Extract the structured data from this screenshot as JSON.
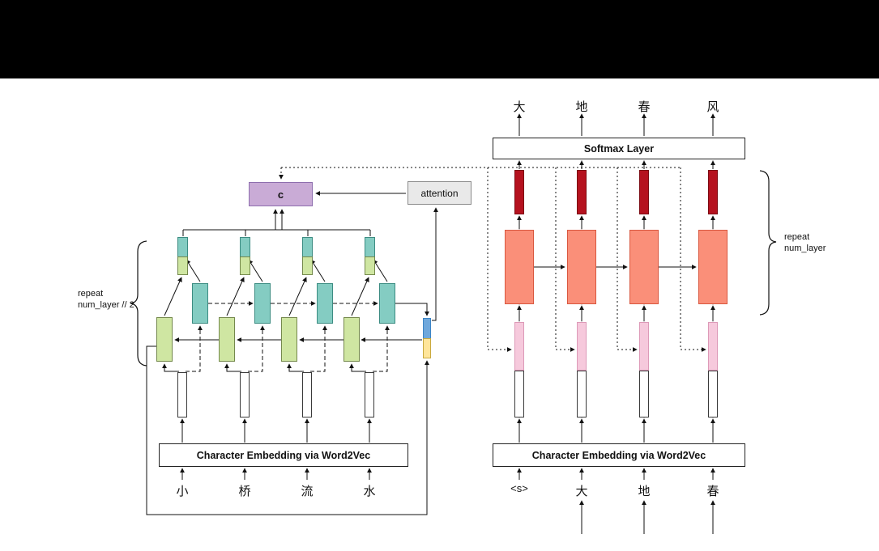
{
  "encoder": {
    "embedding_label": "Character Embedding via Word2Vec",
    "inputs": [
      "小",
      "桥",
      "流",
      "水"
    ],
    "repeat": {
      "line1": "repeat",
      "line2": "num_layer // 2"
    }
  },
  "decoder": {
    "softmax_label": "Softmax Layer",
    "embedding_label": "Character Embedding via Word2Vec",
    "inputs": [
      "<s>",
      "大",
      "地",
      "春"
    ],
    "outputs": [
      "大",
      "地",
      "春",
      "风"
    ],
    "repeat": {
      "line1": "repeat",
      "line2": "num_layer"
    }
  },
  "context_label": "c",
  "attention_label": "attention",
  "colors": {
    "cell-green": "#cfe6a2",
    "cell-teal": "#84ccc2",
    "decoder-block": "#fa8f79",
    "decoder-output": "#b5121f",
    "decoder-input-pink": "#f6c9dc",
    "context-purple": "#c9abd6",
    "attention-gray": "#e9e9e9",
    "state-blue": "#6fa8dc",
    "state-yellow": "#ffe59a"
  }
}
